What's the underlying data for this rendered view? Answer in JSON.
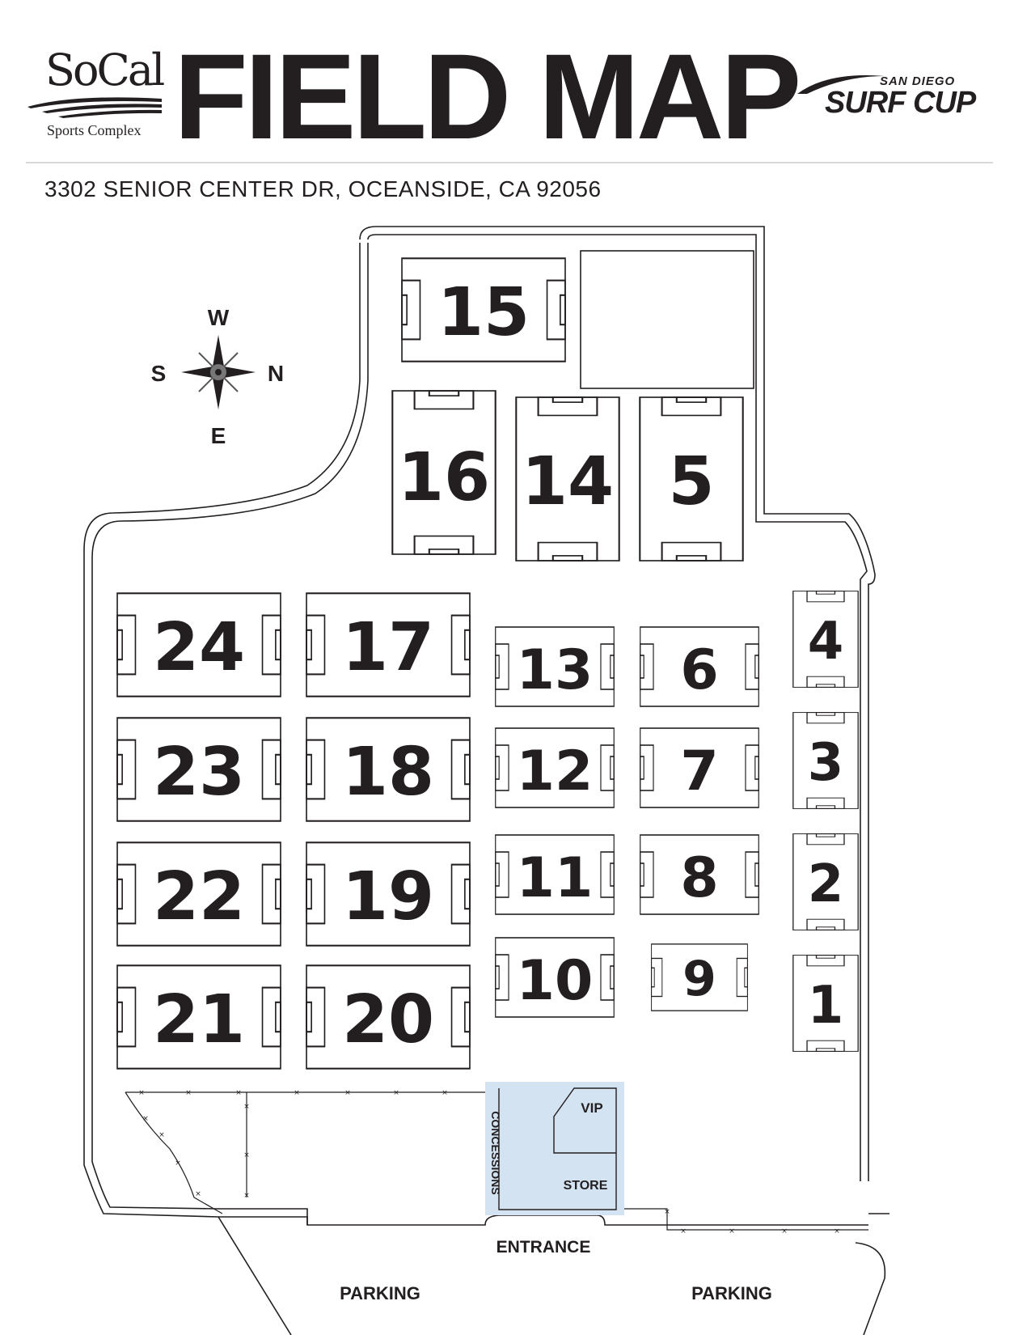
{
  "header": {
    "socal_logo_word": "SoCal",
    "socal_logo_sub": "Sports Complex",
    "title": "FIELD MAP",
    "surfcup_top": "SAN DIEGO",
    "surfcup_bottom": "SURF CUP",
    "address": "3302 SENIOR CENTER DR, OCEANSIDE, CA 92056"
  },
  "compass": {
    "top": "W",
    "left": "S",
    "right": "N",
    "bottom": "E"
  },
  "fields": {
    "f1": "1",
    "f2": "2",
    "f3": "3",
    "f4": "4",
    "f5": "5",
    "f6": "6",
    "f7": "7",
    "f8": "8",
    "f9": "9",
    "f10": "10",
    "f11": "11",
    "f12": "12",
    "f13": "13",
    "f14": "14",
    "f15": "15",
    "f16": "16",
    "f17": "17",
    "f18": "18",
    "f19": "19",
    "f20": "20",
    "f21": "21",
    "f22": "22",
    "f23": "23",
    "f24": "24"
  },
  "areas": {
    "vip": "VIP",
    "store": "STORE",
    "concessions": "CONCESSIONS",
    "entrance": "ENTRANCE",
    "parking_left": "PARKING",
    "parking_right": "PARKING"
  },
  "colors": {
    "ink": "#231f20",
    "concessions_fill": "#d3e3f1"
  }
}
